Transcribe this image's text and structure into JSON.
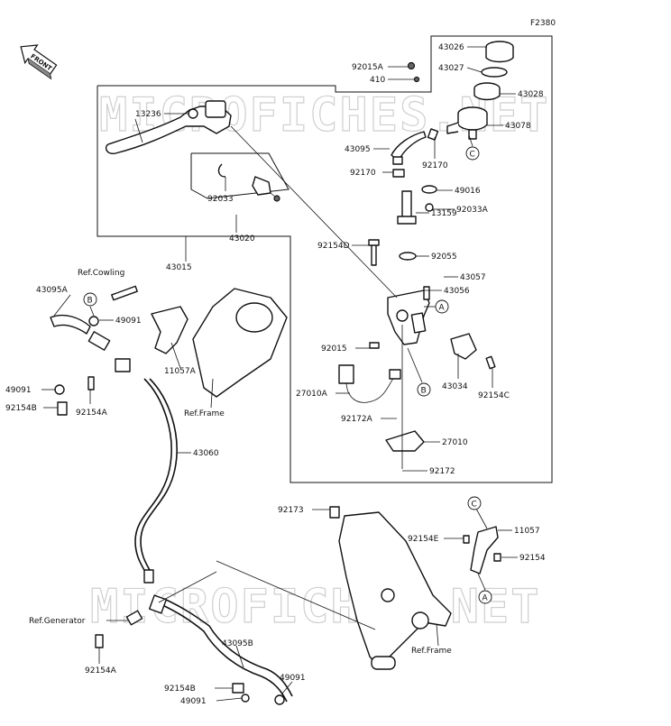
{
  "diagram_id": "F2380",
  "front_label": "FRONT",
  "watermark": "MICROFICHES.NET",
  "callouts": [
    {
      "id": "c-43026",
      "text": "43026"
    },
    {
      "id": "c-43027",
      "text": "43027"
    },
    {
      "id": "c-92015A",
      "text": "92015A"
    },
    {
      "id": "c-410",
      "text": "410"
    },
    {
      "id": "c-43028",
      "text": "43028"
    },
    {
      "id": "c-43078",
      "text": "43078"
    },
    {
      "id": "c-13236",
      "text": "13236"
    },
    {
      "id": "c-43095",
      "text": "43095"
    },
    {
      "id": "c-92170a",
      "text": "92170"
    },
    {
      "id": "c-92170b",
      "text": "92170"
    },
    {
      "id": "c-49016",
      "text": "49016"
    },
    {
      "id": "c-92033A",
      "text": "92033A"
    },
    {
      "id": "c-92033",
      "text": "92033"
    },
    {
      "id": "c-13159",
      "text": "13159"
    },
    {
      "id": "c-43020",
      "text": "43020"
    },
    {
      "id": "c-92154D",
      "text": "92154D"
    },
    {
      "id": "c-92055",
      "text": "92055"
    },
    {
      "id": "c-43015",
      "text": "43015"
    },
    {
      "id": "c-43057",
      "text": "43057"
    },
    {
      "id": "c-refcowling",
      "text": "Ref.Cowling"
    },
    {
      "id": "c-43056",
      "text": "43056"
    },
    {
      "id": "c-43095A",
      "text": "43095A"
    },
    {
      "id": "c-49091a",
      "text": "49091"
    },
    {
      "id": "c-11057A",
      "text": "11057A"
    },
    {
      "id": "c-92015",
      "text": "92015"
    },
    {
      "id": "c-49091b",
      "text": "49091"
    },
    {
      "id": "c-92154B",
      "text": "92154B"
    },
    {
      "id": "c-92154A",
      "text": "92154A"
    },
    {
      "id": "c-refframe1",
      "text": "Ref.Frame"
    },
    {
      "id": "c-27010A",
      "text": "27010A"
    },
    {
      "id": "c-43034",
      "text": "43034"
    },
    {
      "id": "c-92154C",
      "text": "92154C"
    },
    {
      "id": "c-92172A",
      "text": "92172A"
    },
    {
      "id": "c-43060",
      "text": "43060"
    },
    {
      "id": "c-27010",
      "text": "27010"
    },
    {
      "id": "c-92172",
      "text": "92172"
    },
    {
      "id": "c-92173",
      "text": "92173"
    },
    {
      "id": "c-11057",
      "text": "11057"
    },
    {
      "id": "c-92154E",
      "text": "92154E"
    },
    {
      "id": "c-92154",
      "text": "92154"
    },
    {
      "id": "c-refgenerator",
      "text": "Ref.Generator"
    },
    {
      "id": "c-43095B",
      "text": "43095B"
    },
    {
      "id": "c-refframe2",
      "text": "Ref.Frame"
    },
    {
      "id": "c-92154A2",
      "text": "92154A"
    },
    {
      "id": "c-92154B2",
      "text": "92154B"
    },
    {
      "id": "c-49091c",
      "text": "49091"
    },
    {
      "id": "c-49091d",
      "text": "49091"
    }
  ],
  "markers": {
    "A": "A",
    "B": "B",
    "C": "C"
  }
}
